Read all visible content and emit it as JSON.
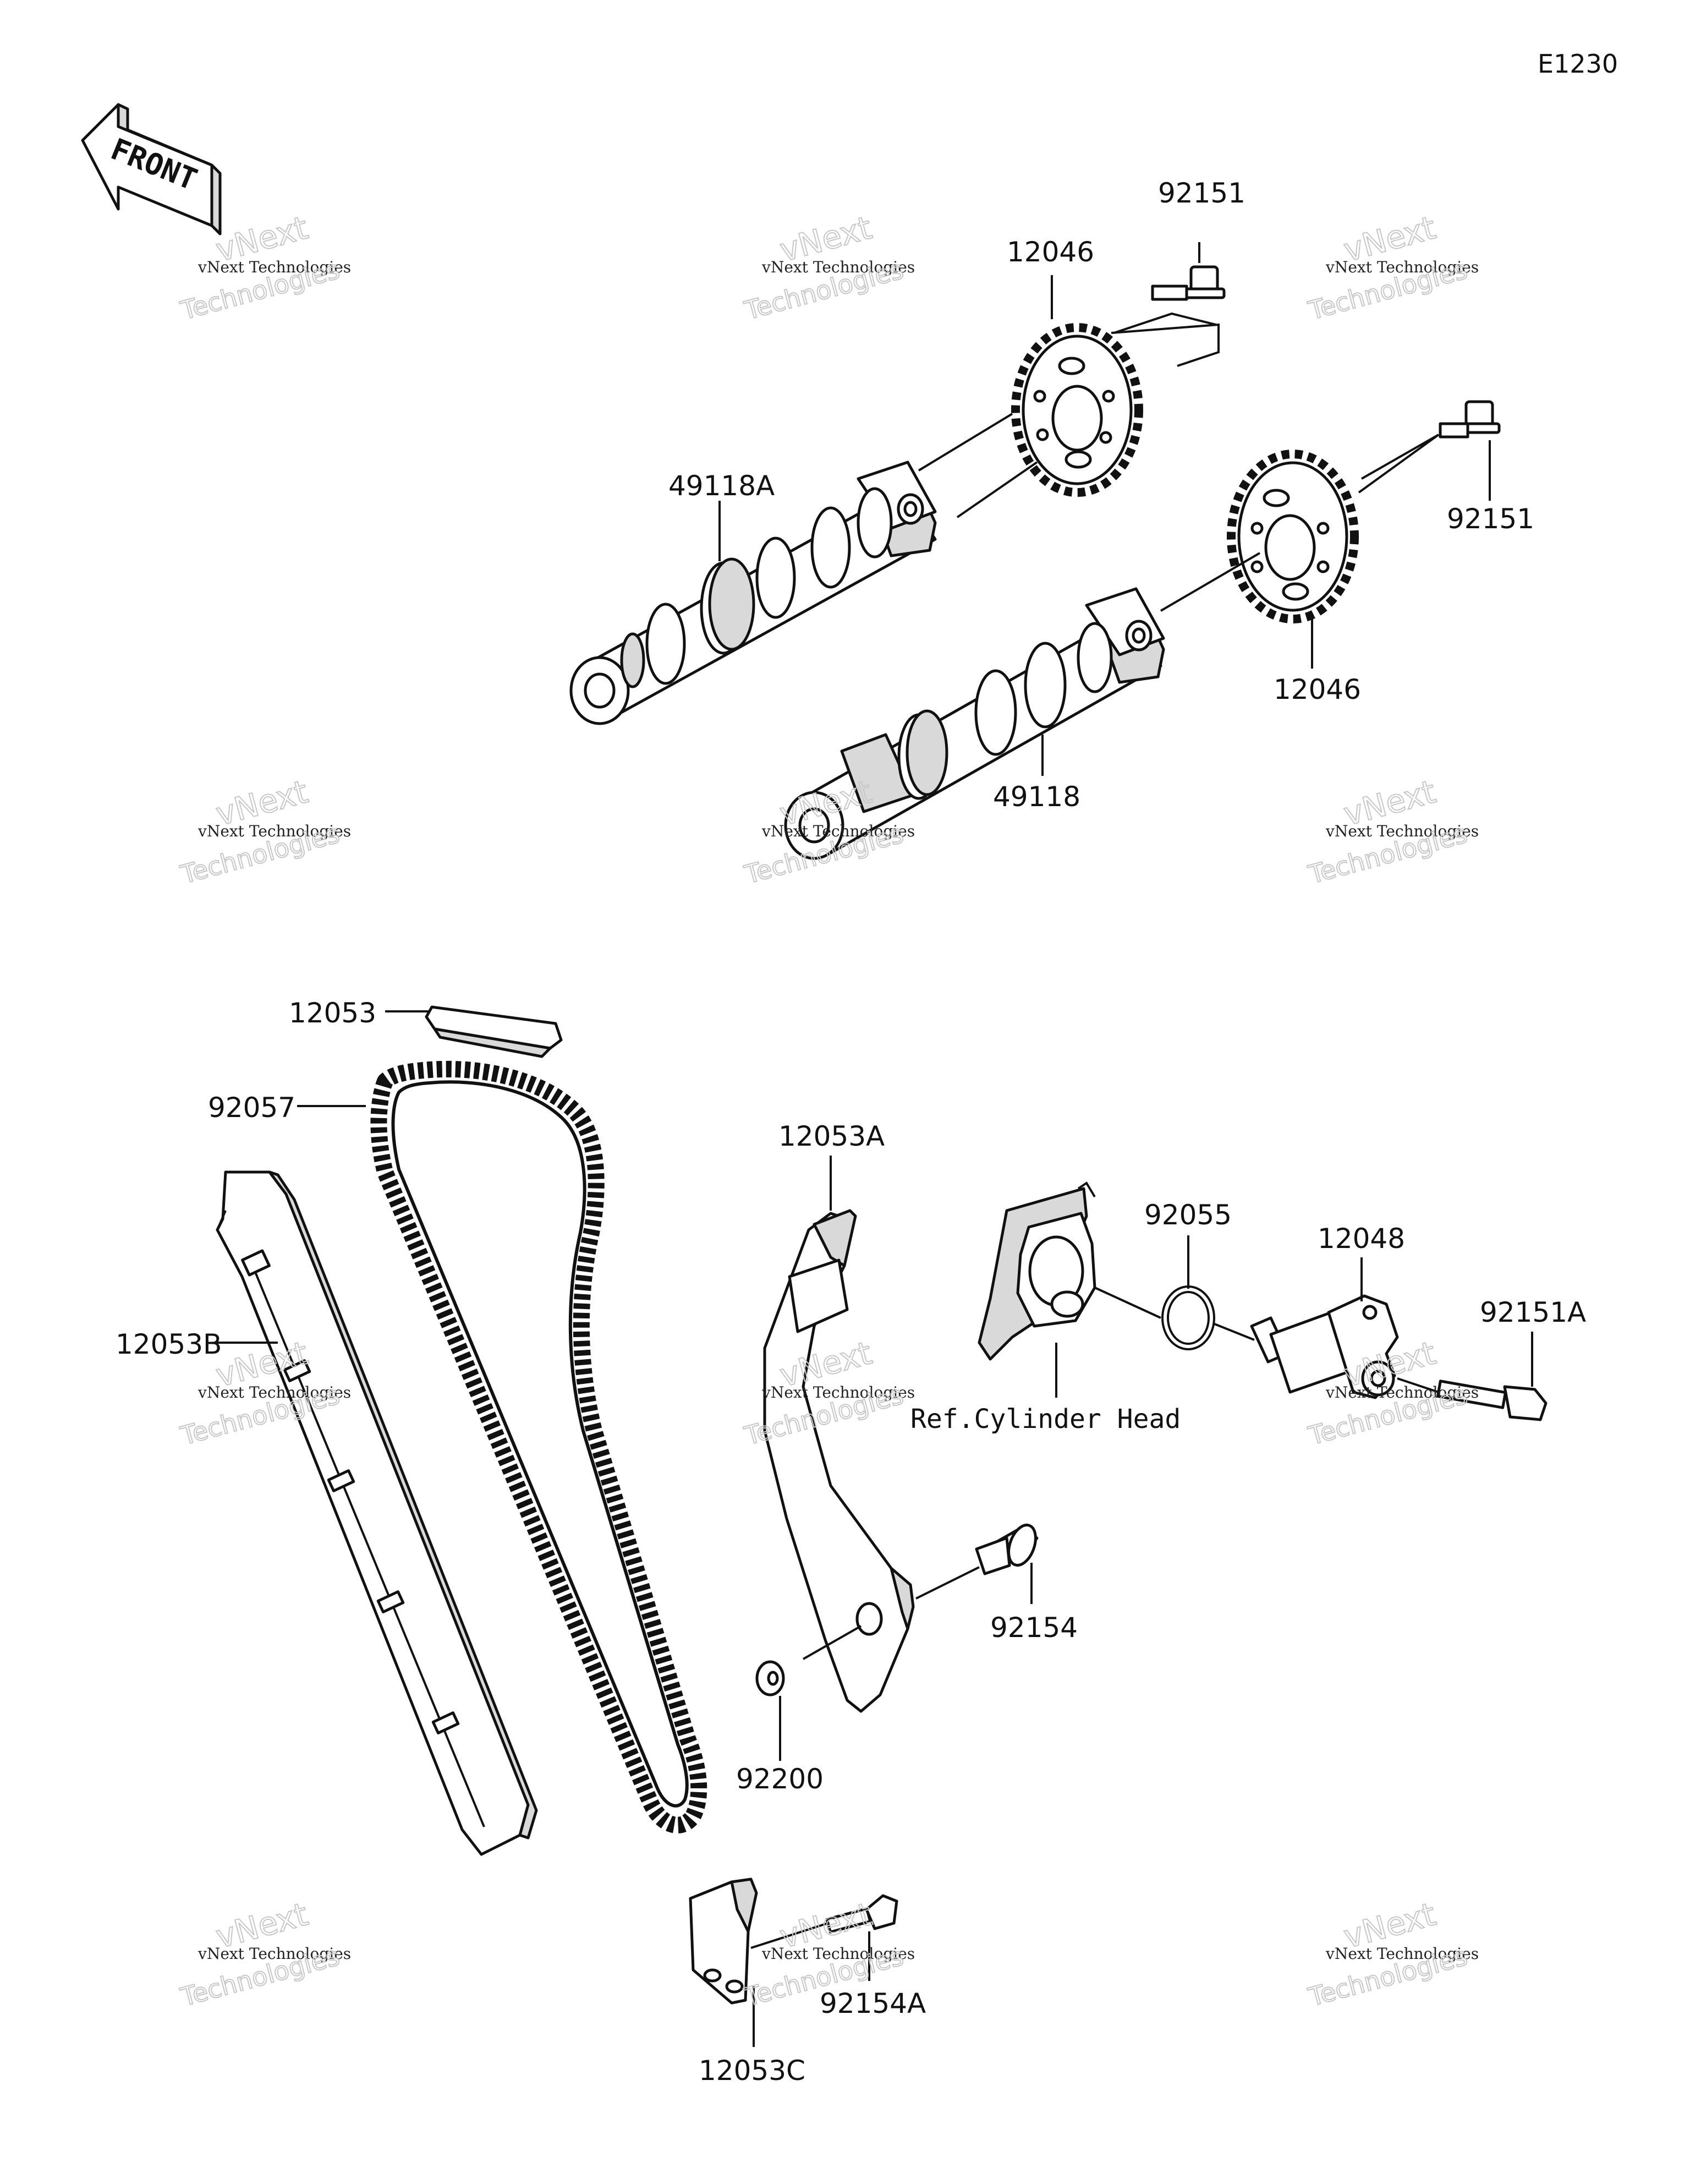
{
  "diagram_code": "E1230",
  "front_label": "FRONT",
  "reference_label": "Ref.Cylinder Head",
  "watermark": {
    "line1": "vNext",
    "line2": "vNext Technologies",
    "line3": "Technologies"
  },
  "parts": {
    "bolt_top": "92151",
    "sprocket_top": "12046",
    "bolt_right": "92151",
    "camshaft_a": "49118A",
    "sprocket_right": "12046",
    "camshaft": "49118",
    "guide_top": "12053",
    "chain": "92057",
    "guide_a": "12053A",
    "oring": "92055",
    "tensioner": "12048",
    "bolt_tensioner": "92151A",
    "guide_b": "12053B",
    "pivot_bolt": "92154",
    "washer": "92200",
    "bolt_guide_c": "92154A",
    "guide_c": "12053C"
  }
}
